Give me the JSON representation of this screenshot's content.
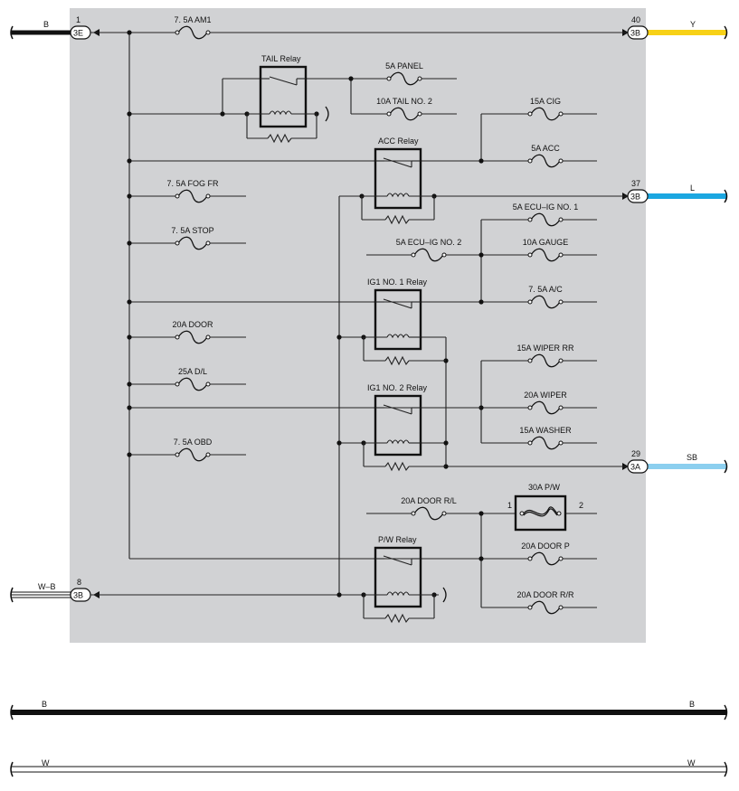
{
  "connectors": {
    "c1": {
      "pin": "1",
      "code": "3E",
      "wire": "B"
    },
    "c40": {
      "pin": "40",
      "code": "3B",
      "wire": "Y"
    },
    "c37": {
      "pin": "37",
      "code": "3B",
      "wire": "L"
    },
    "c29": {
      "pin": "29",
      "code": "3A",
      "wire": "SB"
    },
    "c8": {
      "pin": "8",
      "code": "3B",
      "wire": "W–B"
    }
  },
  "fuses": {
    "am1": "7. 5A AM1",
    "panel": "5A PANEL",
    "tail2": "10A TAIL NO. 2",
    "cig": "15A CIG",
    "acc": "5A ACC",
    "fogfr": "7. 5A FOG FR",
    "stop": "7. 5A STOP",
    "ecuig1": "5A ECU–IG NO. 1",
    "ecuig2": "5A ECU–IG NO. 2",
    "gauge": "10A GAUGE",
    "ac": "7. 5A A/C",
    "door": "20A DOOR",
    "dl": "25A D/L",
    "wiperrr": "15A WIPER RR",
    "wiper": "20A WIPER",
    "washer": "15A WASHER",
    "obd": "7. 5A OBD",
    "pw": "30A P/W",
    "pw_pin1": "1",
    "pw_pin2": "2",
    "doorrl": "20A DOOR R/L",
    "doorp": "20A DOOR P",
    "doorrr": "20A DOOR R/R"
  },
  "relays": {
    "tail": "TAIL Relay",
    "acc": "ACC Relay",
    "ig1": "IG1 NO. 1 Relay",
    "ig2": "IG1 NO. 2 Relay",
    "pw": "P/W Relay"
  },
  "bottom_wires": {
    "b_left": "B",
    "b_right": "B",
    "w_left": "W",
    "w_right": "W"
  },
  "colors": {
    "panel_bg": "#d1d2d4",
    "wire_y": "#f7d117",
    "wire_l": "#1ba7e1",
    "wire_sb": "#8ccfef",
    "wire_b": "#111111"
  }
}
